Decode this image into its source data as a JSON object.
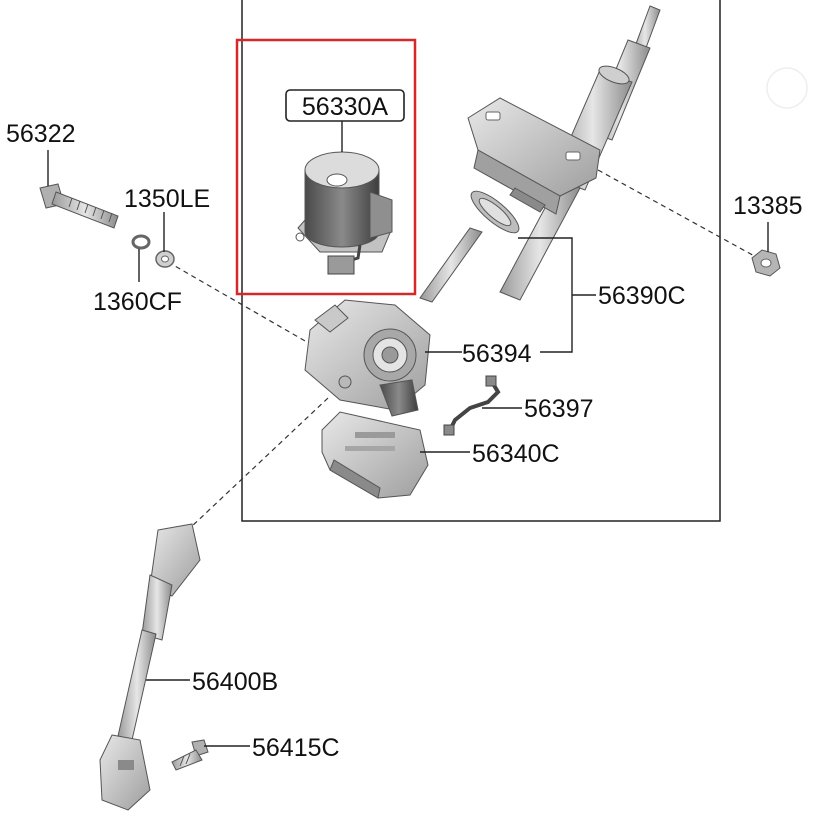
{
  "colors": {
    "highlight": "#d62828",
    "part_light": "#d9d9d9",
    "part_mid": "#b3b3b3",
    "part_dark": "#7a7a7a",
    "line": "#222222"
  },
  "labels": {
    "p56330A": "56330A",
    "p56322": "56322",
    "p1350LE": "1350LE",
    "p1360CF": "1360CF",
    "p13385": "13385",
    "p56390C": "56390C",
    "p56394": "56394",
    "p56397": "56397",
    "p56340C": "56340C",
    "p56400B": "56400B",
    "p56415C": "56415C"
  }
}
